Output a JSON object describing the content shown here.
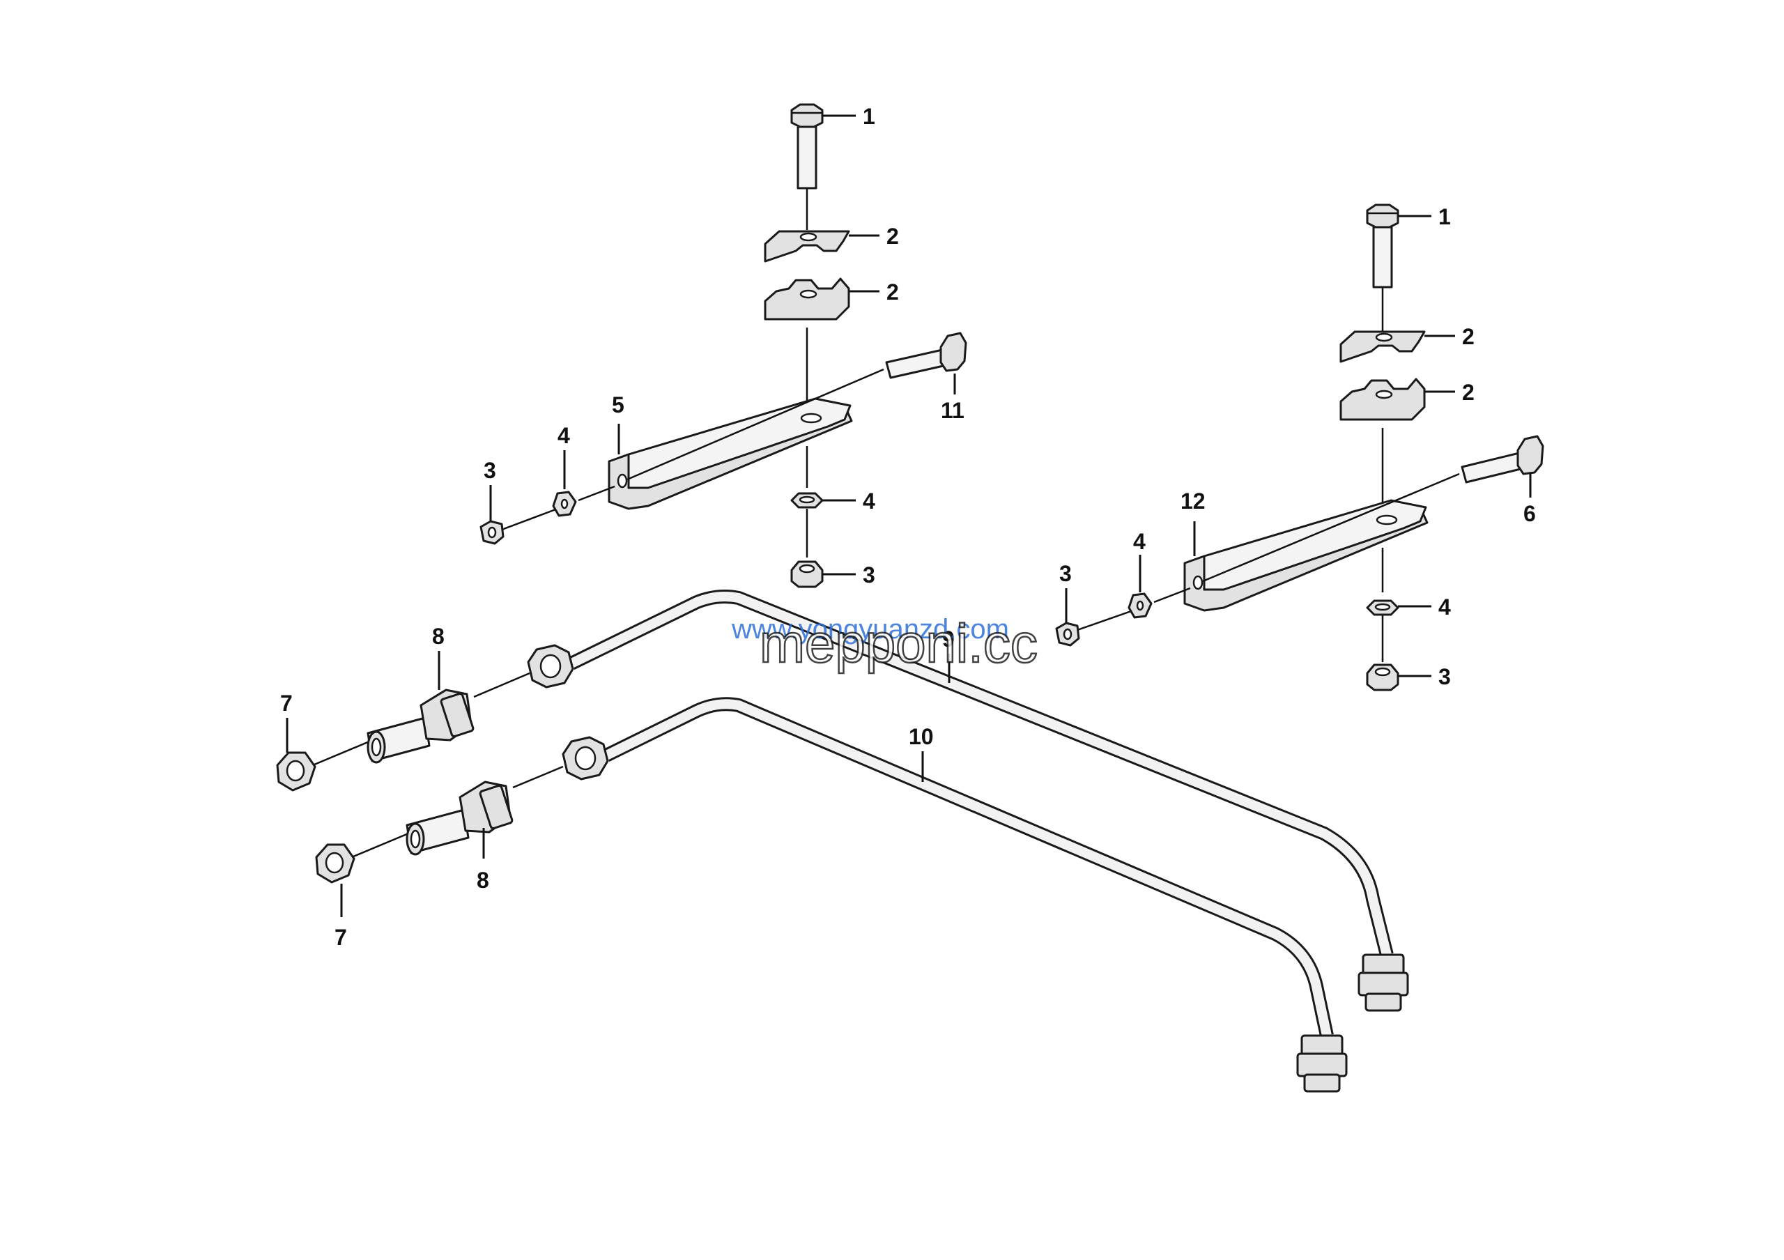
{
  "callouts": {
    "c1a": "1",
    "c2a": "2",
    "c2b": "2",
    "c11": "11",
    "c5": "5",
    "c4a": "4",
    "c3a": "3",
    "c4b": "4",
    "c3b": "3",
    "c1b": "1",
    "c2c": "2",
    "c2d": "2",
    "c6": "6",
    "c12": "12",
    "c4c": "4",
    "c3c": "3",
    "c4d": "4",
    "c3d": "3",
    "c8a": "8",
    "c7a": "7",
    "c9": "9",
    "c10": "10",
    "c8b": "8",
    "c7b": "7"
  },
  "watermark": {
    "url": "www.yongyuanzd.com",
    "text": "mepponi.cc"
  }
}
